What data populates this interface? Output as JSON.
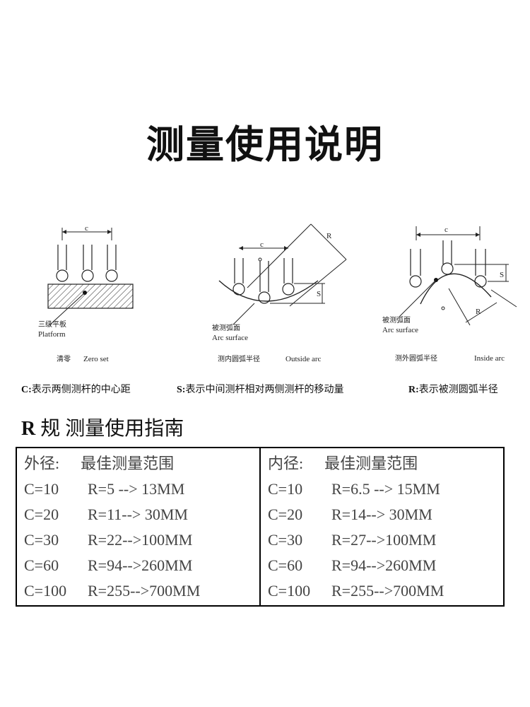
{
  "title": "测量使用说明",
  "diagrams": [
    {
      "c_label": "c",
      "surface_label_zh": "三级平板",
      "surface_label_en": "Platform",
      "caption_zh": "清零",
      "caption_en": "Zero set"
    },
    {
      "c_label": "c",
      "r_label": "R",
      "s_label": "S",
      "surface_label_zh": "被测弧面",
      "surface_label_en": "Arc surface",
      "caption_zh": "测内圆弧半径",
      "caption_en": "Outside arc"
    },
    {
      "c_label": "c",
      "r_label": "R",
      "s_label": "S",
      "surface_label_zh": "被测弧面",
      "surface_label_en": "Arc surface",
      "caption_zh": "测外圆弧半径",
      "caption_en": "Inside arc"
    }
  ],
  "legend": {
    "c_key": "C:",
    "c_text": "表示两侧测杆的中心距",
    "s_key": "S:",
    "s_text": "表示中间测杆相对两侧测杆的移动量",
    "r_key": "R:",
    "r_text": "表示被测圆弧半径"
  },
  "subtitle": {
    "r": "R",
    "text": "规  测量使用指南"
  },
  "guide": {
    "outer": {
      "label": "外径:",
      "range_label": "最佳测量范围",
      "rows": [
        {
          "c": "C=10",
          "r": "R=5 --> 13MM"
        },
        {
          "c": "C=20",
          "r": "R=11--> 30MM"
        },
        {
          "c": "C=30",
          "r": "R=22-->100MM"
        },
        {
          "c": "C=60",
          "r": "R=94-->260MM"
        },
        {
          "c": "C=100",
          "r": "R=255-->700MM"
        }
      ]
    },
    "inner": {
      "label": "内径:",
      "range_label": "最佳测量范围",
      "rows": [
        {
          "c": "C=10",
          "r": "R=6.5 --> 15MM"
        },
        {
          "c": "C=20",
          "r": "R=14--> 30MM"
        },
        {
          "c": "C=30",
          "r": "R=27-->100MM"
        },
        {
          "c": "C=60",
          "r": "R=94-->260MM"
        },
        {
          "c": "C=100",
          "r": "R=255-->700MM"
        }
      ]
    }
  }
}
